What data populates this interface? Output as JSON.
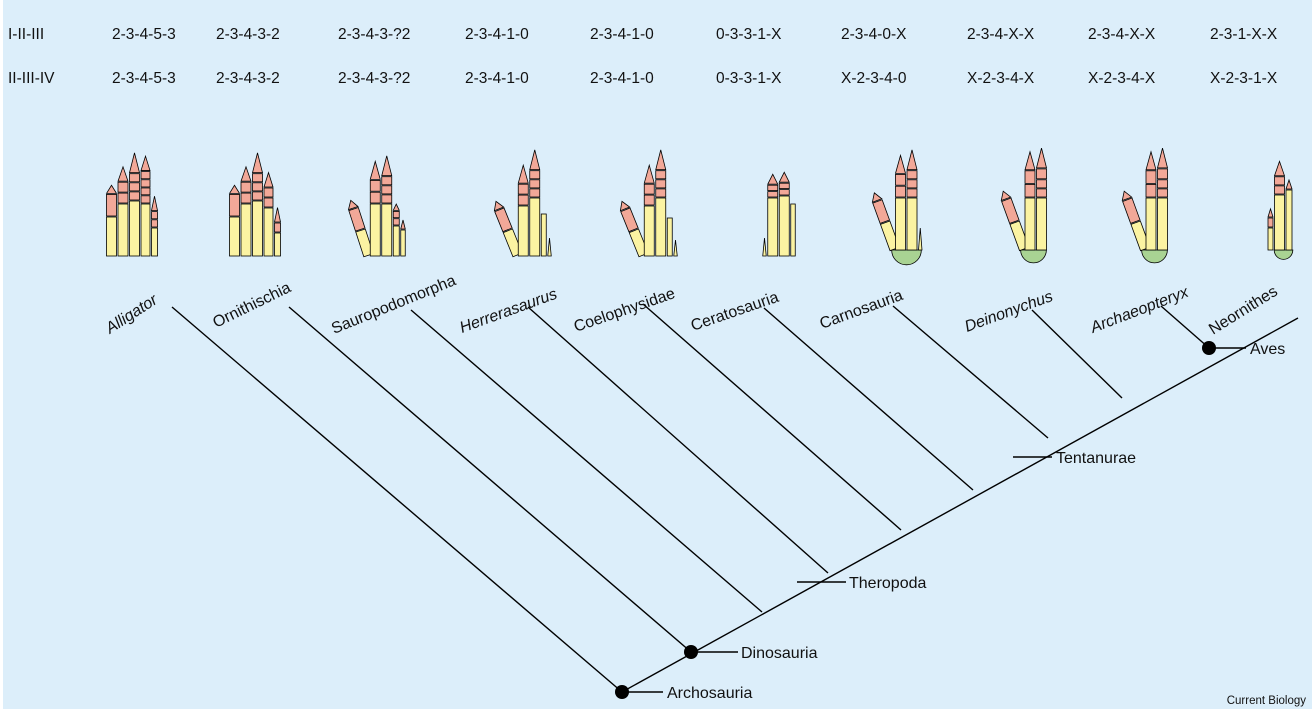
{
  "colors": {
    "background": "#dceefa",
    "phalanx": "#f2a898",
    "metacarpal": "#fbf3a2",
    "carpal": "#a9d393",
    "stroke": "#000000"
  },
  "rows": [
    {
      "label": "I-II-III"
    },
    {
      "label": "II-III-IV"
    }
  ],
  "taxa": [
    {
      "name": "Alligator",
      "italic": true,
      "formula_1": "2-3-4-5-3",
      "formula_2": "2-3-4-5-3",
      "digits": [
        {
          "meta": 39,
          "ph": [
            1.2,
            0.45
          ],
          "w": 1
        },
        {
          "meta": 52,
          "ph": [
            0.55,
            0.55,
            0.8
          ],
          "w": 1
        },
        {
          "meta": 55,
          "ph": [
            0.45,
            0.45,
            0.45,
            1.1
          ],
          "w": 1
        },
        {
          "meta": 52,
          "ph": [
            0.4,
            0.38,
            0.4,
            0.4,
            0.8
          ],
          "w": 0.9
        },
        {
          "meta": 28,
          "ph": [
            0.4,
            0.4,
            0.8
          ],
          "w": 0.6
        }
      ]
    },
    {
      "name": "Ornithischia",
      "italic": false,
      "formula_1": "2-3-4-3-2",
      "formula_2": "2-3-4-3-2",
      "digits": [
        {
          "meta": 39,
          "ph": [
            1.2,
            0.45
          ],
          "w": 1
        },
        {
          "meta": 52,
          "ph": [
            0.55,
            0.55,
            0.8
          ],
          "w": 1
        },
        {
          "meta": 55,
          "ph": [
            0.45,
            0.45,
            0.45,
            1.1
          ],
          "w": 1
        },
        {
          "meta": 48,
          "ph": [
            0.5,
            0.5,
            0.8
          ],
          "w": 0.9
        },
        {
          "meta": 23,
          "ph": [
            0.5,
            0.8
          ],
          "w": 0.6
        }
      ]
    },
    {
      "name": "Sauropodomorpha",
      "italic": false,
      "formula_1": "2-3-4-3-?2",
      "formula_2": "2-3-4-3-?2",
      "digits": [
        {
          "meta": 26,
          "ph": [
            1.2,
            0.45
          ],
          "w": 1,
          "tilt": 18
        },
        {
          "meta": 52,
          "ph": [
            0.6,
            0.6,
            1.0
          ],
          "w": 1
        },
        {
          "meta": 52,
          "ph": [
            0.45,
            0.45,
            0.45,
            1.1
          ],
          "w": 1
        },
        {
          "meta": 30,
          "ph": [
            0.35,
            0.35,
            0.35
          ],
          "w": 0.6
        },
        {
          "meta": 26,
          "ph": [
            0.5
          ],
          "w": 0.45
        }
      ]
    },
    {
      "name": "Herrerasaurus",
      "italic": true,
      "formula_1": "2-3-4-1-0",
      "formula_2": "2-3-4-1-0",
      "digits": [
        {
          "meta": 26,
          "ph": [
            1.2,
            0.45
          ],
          "w": 1,
          "tilt": 22
        },
        {
          "meta": 50,
          "ph": [
            0.55,
            0.55,
            1.0
          ],
          "w": 1
        },
        {
          "meta": 58,
          "ph": [
            0.45,
            0.45,
            0.45,
            1.1
          ],
          "w": 1
        },
        {
          "meta": 42,
          "ph": [],
          "w": 0.5
        },
        {
          "meta": 18,
          "ph": [],
          "w": 0.35,
          "spike": true
        }
      ]
    },
    {
      "name": "Coelophysidae",
      "italic": false,
      "formula_1": "2-3-4-1-0",
      "formula_2": "2-3-4-1-0",
      "digits": [
        {
          "meta": 26,
          "ph": [
            1.2,
            0.45
          ],
          "w": 1,
          "tilt": 22
        },
        {
          "meta": 50,
          "ph": [
            0.55,
            0.55,
            1.0
          ],
          "w": 1
        },
        {
          "meta": 58,
          "ph": [
            0.45,
            0.45,
            0.45,
            1.1
          ],
          "w": 1
        },
        {
          "meta": 38,
          "ph": [],
          "w": 0.5
        },
        {
          "meta": 16,
          "ph": [],
          "w": 0.35,
          "spike": true
        }
      ]
    },
    {
      "name": "Ceratosauria",
      "italic": false,
      "formula_1": "0-3-3-1-X",
      "formula_2": "0-3-3-1-X",
      "digits": [
        {
          "meta": 18,
          "ph": [],
          "w": 0.35,
          "spike": true
        },
        {
          "meta": 58,
          "ph": [
            0.3,
            0.3,
            0.55
          ],
          "w": 1
        },
        {
          "meta": 60,
          "ph": [
            0.3,
            0.3,
            0.55
          ],
          "w": 1
        },
        {
          "meta": 52,
          "ph": [],
          "w": 0.45
        }
      ]
    },
    {
      "name": "Carnosauria",
      "italic": false,
      "formula_1": "2-3-4-0-X",
      "formula_2": "X-2-3-4-0",
      "carpal": true,
      "digits": [
        {
          "meta": 28,
          "ph": [
            1.2,
            0.45
          ],
          "w": 1,
          "tilt": 20
        },
        {
          "meta": 52,
          "ph": [
            0.6,
            0.6,
            1.0
          ],
          "w": 1
        },
        {
          "meta": 52,
          "ph": [
            0.45,
            0.45,
            0.45,
            1.1
          ],
          "w": 1
        },
        {
          "meta": 22,
          "ph": [],
          "w": 0.35,
          "spike": true
        }
      ]
    },
    {
      "name": "Deinonychus",
      "italic": true,
      "formula_1": "2-3-4-X-X",
      "formula_2": "X-2-3-4-X",
      "carpal": true,
      "digits": [
        {
          "meta": 28,
          "ph": [
            1.3,
            0.45
          ],
          "w": 1,
          "tilt": 20
        },
        {
          "meta": 52,
          "ph": [
            0.7,
            0.7,
            1.0
          ],
          "w": 1
        },
        {
          "meta": 52,
          "ph": [
            0.45,
            0.45,
            0.55,
            1.1
          ],
          "w": 1
        }
      ]
    },
    {
      "name": "Archaeopteryx",
      "italic": true,
      "formula_1": "2-3-4-X-X",
      "formula_2": "X-2-3-4-X",
      "carpal": true,
      "digits": [
        {
          "meta": 28,
          "ph": [
            1.3,
            0.45
          ],
          "w": 1,
          "tilt": 20
        },
        {
          "meta": 52,
          "ph": [
            0.7,
            0.7,
            1.0
          ],
          "w": 1
        },
        {
          "meta": 52,
          "ph": [
            0.45,
            0.45,
            0.55,
            1.1
          ],
          "w": 1
        }
      ]
    },
    {
      "name": "Neornithes",
      "italic": false,
      "formula_1": "2-3-1-X-X",
      "formula_2": "X-2-3-1-X",
      "carpal": true,
      "digits": [
        {
          "meta": 22,
          "ph": [
            0.5,
            0.45
          ],
          "w": 0.5
        },
        {
          "meta": 55,
          "ph": [
            0.45,
            0.45,
            0.8
          ],
          "w": 1
        },
        {
          "meta": 60,
          "ph": [
            0.5
          ],
          "w": 0.6
        }
      ]
    }
  ],
  "clades": {
    "archosauria": "Archosauria",
    "dinosauria": "Dinosauria",
    "theropoda": "Theropoda",
    "tentanurae": "Tentanurae",
    "aves": "Aves"
  },
  "credit": "Current Biology"
}
